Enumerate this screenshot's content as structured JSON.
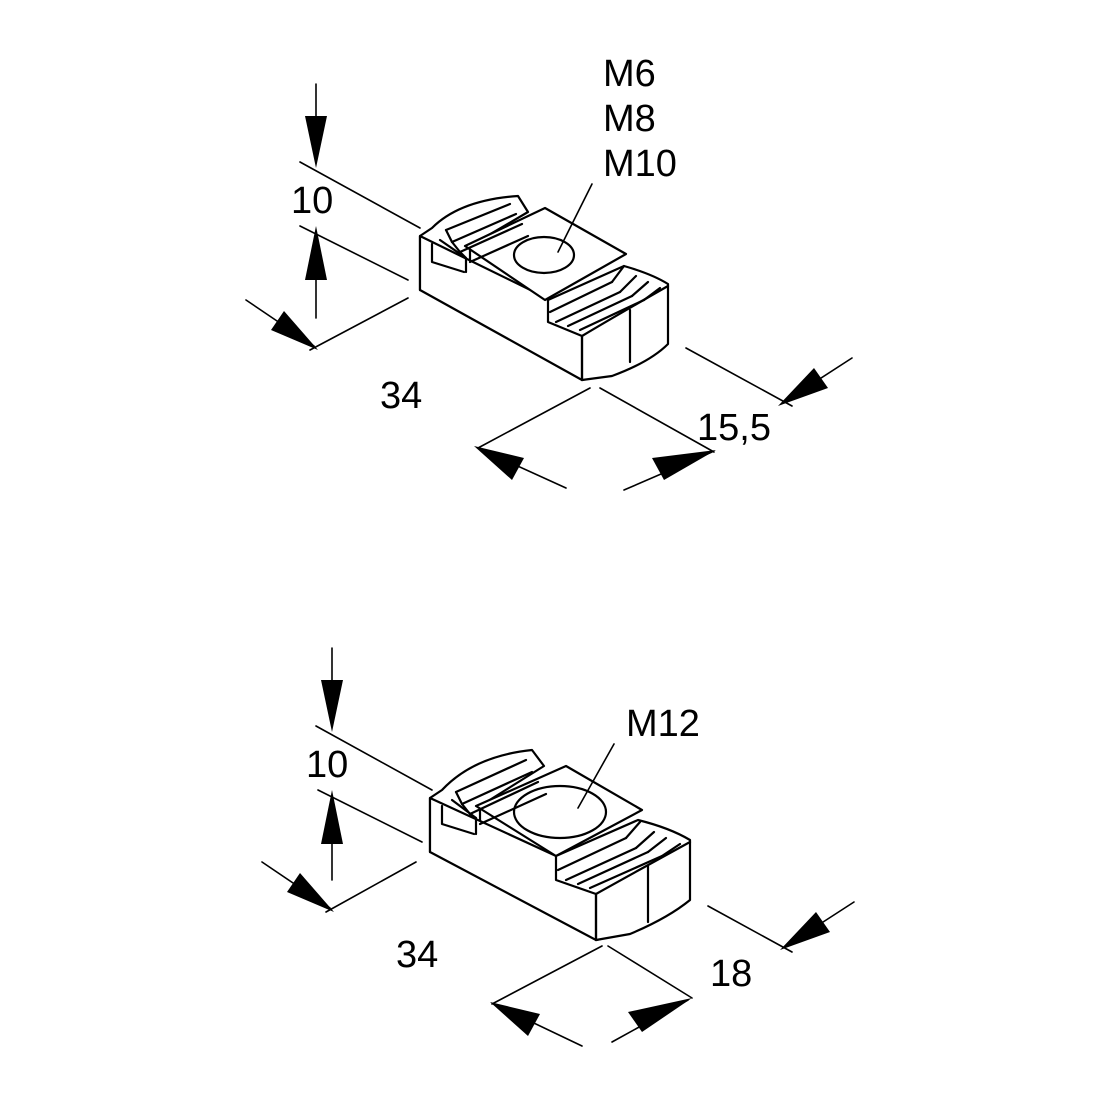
{
  "figure_top": {
    "thread_sizes": [
      "M6",
      "M8",
      "M10"
    ],
    "dim_height": "10",
    "dim_length": "34",
    "dim_width": "15,5"
  },
  "figure_bottom": {
    "thread_sizes": [
      "M12"
    ],
    "dim_height": "10",
    "dim_length": "34",
    "dim_width": "18"
  },
  "colors": {
    "line": "#000000",
    "background": "#ffffff"
  }
}
